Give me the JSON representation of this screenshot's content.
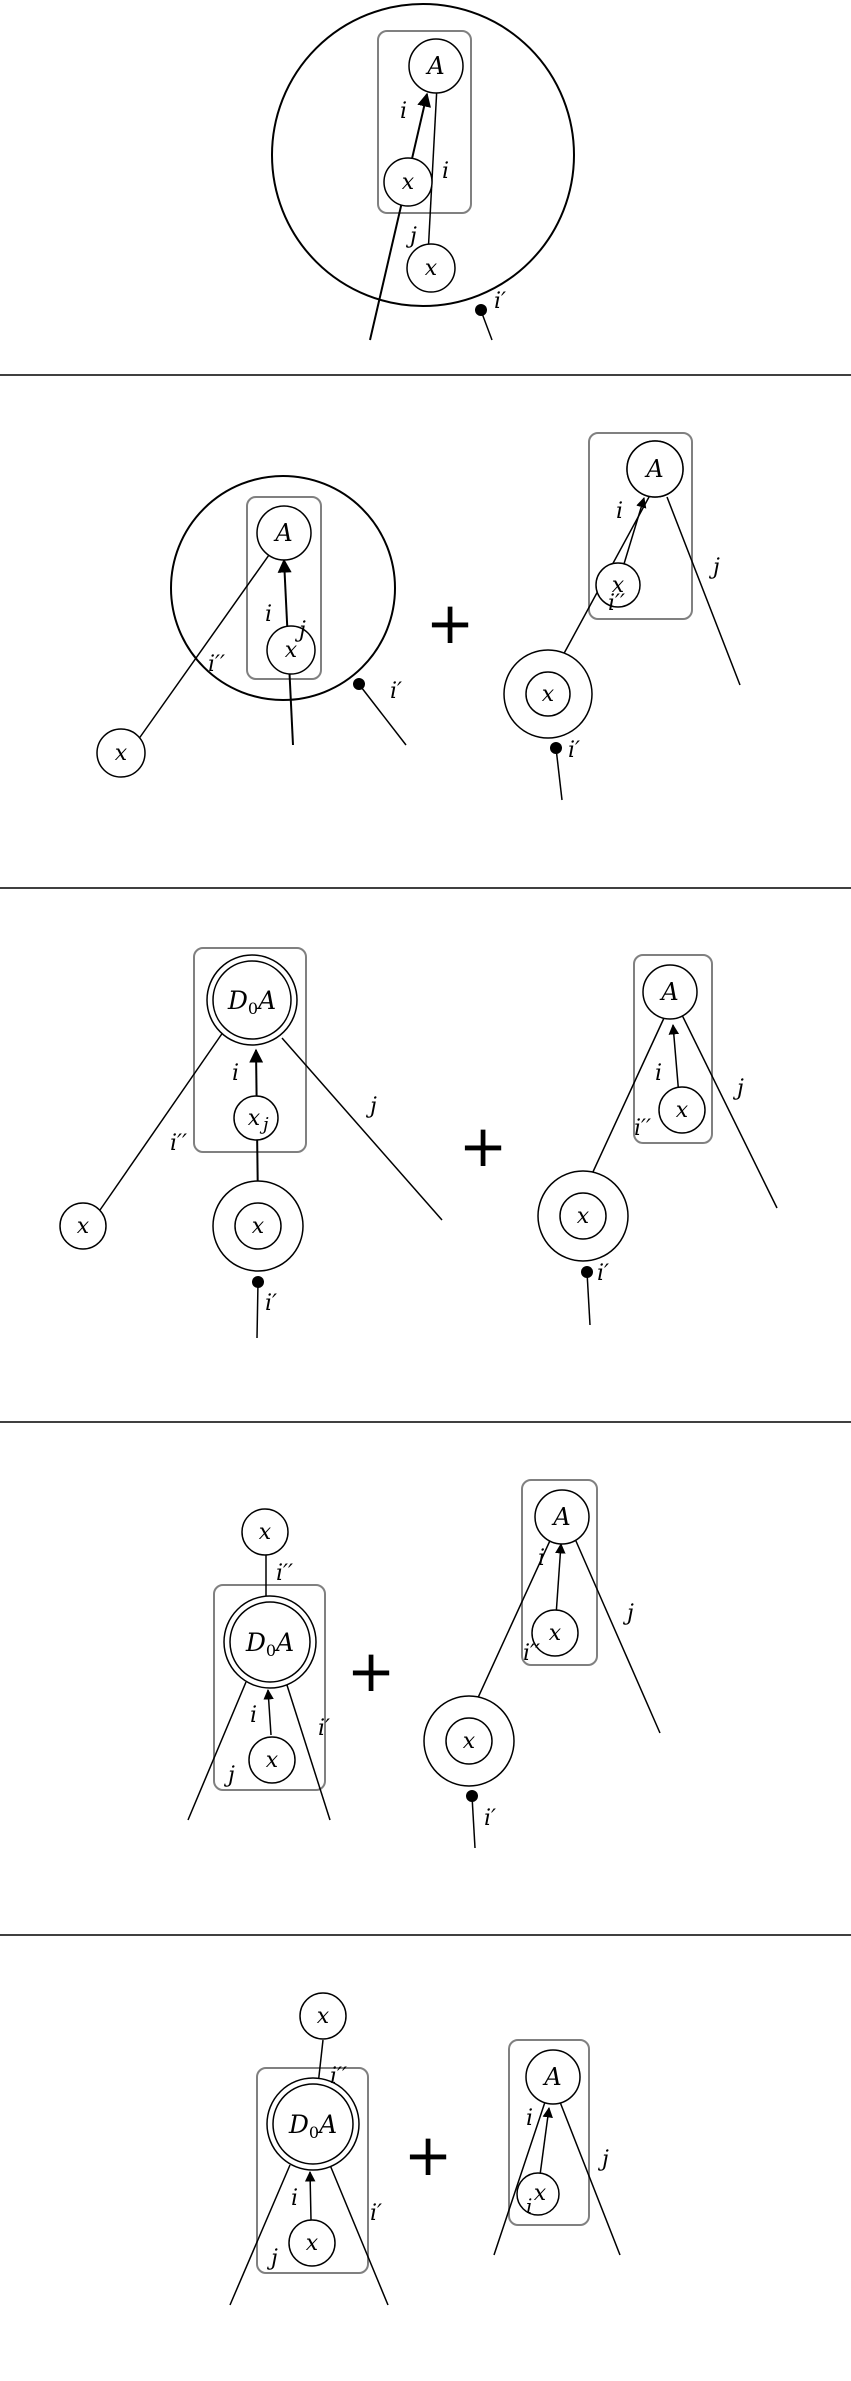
{
  "symbols": {
    "A": "A",
    "x": "x",
    "D0A_main": "D",
    "D0A_sub": "0",
    "D0A_tail": "A",
    "plus": "+"
  },
  "labels": {
    "i": "i",
    "j": "j",
    "i_prime": "i′",
    "i_dprime": "i′′"
  },
  "colors": {
    "ink": "#000000",
    "box": "#808080",
    "separator": "#000000"
  },
  "panels": [
    {
      "id": "panel-1",
      "has_plus": false
    },
    {
      "id": "panel-2",
      "has_plus": true
    },
    {
      "id": "panel-3",
      "has_plus": true
    },
    {
      "id": "panel-4",
      "has_plus": true
    },
    {
      "id": "panel-5",
      "has_plus": true
    }
  ]
}
